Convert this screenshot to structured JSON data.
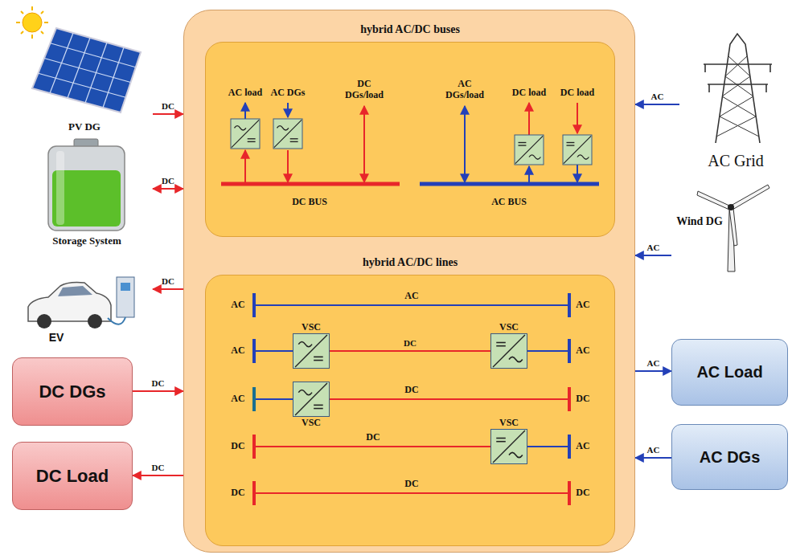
{
  "diagram": {
    "nodes": [
      {
        "text": []
      },
      {
        "text": [
          "hybrid AC/DC buses"
        ],
        "in": 0
      },
      {
        "text": [
          "hybrid AC/DC lines"
        ],
        "in": 0
      },
      {
        "text": [
          "VSC"
        ],
        "in": 2
      },
      {
        "text": [
          "VSC"
        ],
        "in": 2
      },
      {
        "text": [
          "VSC"
        ],
        "in": 2
      },
      {
        "text": [
          "VSC"
        ],
        "in": 2
      },
      {
        "text": [
          "PV DG"
        ]
      },
      {
        "text": [
          "Storage System"
        ]
      },
      {
        "text": [
          "EV"
        ]
      },
      {
        "text": [
          "DC DGs"
        ]
      },
      {
        "text": [
          "DC Load"
        ]
      },
      {
        "text": [
          "AC Grid"
        ]
      },
      {
        "text": [
          "Wind DG"
        ]
      },
      {
        "text": [
          "AC Load"
        ]
      },
      {
        "text": [
          "AC DGs"
        ]
      }
    ],
    "edges": [
      {
        "from": 7,
        "to": 0,
        "label": "DC",
        "arrow": "to"
      },
      {
        "from": 8,
        "to": 0,
        "label": "DC",
        "arrow": "both"
      },
      {
        "from": 0,
        "to": 9,
        "label": "DC",
        "arrow": "to"
      },
      {
        "from": 10,
        "to": 0,
        "label": "DC",
        "arrow": "to"
      },
      {
        "from": 0,
        "to": 11,
        "label": "DC",
        "arrow": "to"
      },
      {
        "from": 12,
        "to": 0,
        "label": "AC",
        "arrow": "to"
      },
      {
        "from": 13,
        "to": 0,
        "label": "AC",
        "arrow": "to"
      },
      {
        "from": 0,
        "to": 14,
        "label": "AC",
        "arrow": "to"
      },
      {
        "from": 15,
        "to": 0,
        "label": "AC",
        "arrow": "to"
      },
      {
        "from": 3,
        "to": 4,
        "label": "DC",
        "arrow": "none"
      }
    ],
    "labels": [
      "AC load",
      "AC DGs",
      "DC DGs/load",
      "DC BUS",
      "AC DGs/load",
      "DC load",
      "DC load",
      "AC BUS",
      "AC",
      "AC",
      "AC",
      "AC",
      "AC",
      "AC",
      "DC",
      "DC",
      "DC",
      "DC",
      "AC",
      "DC",
      "DC",
      "DC"
    ]
  }
}
